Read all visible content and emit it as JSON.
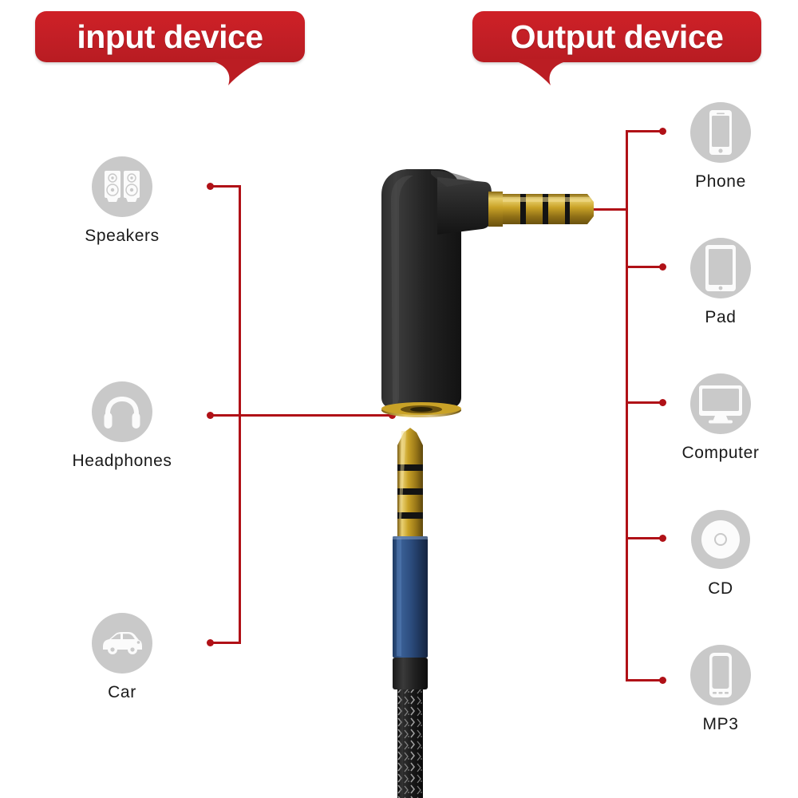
{
  "banners": {
    "input": {
      "label": "input device",
      "color": "#c41f26"
    },
    "output": {
      "label": "Output device",
      "color": "#c41f26"
    }
  },
  "input_devices": [
    {
      "label": "Speakers",
      "icon": "speakers-icon"
    },
    {
      "label": "Headphones",
      "icon": "headphones-icon"
    },
    {
      "label": "Car",
      "icon": "car-icon"
    }
  ],
  "output_devices": [
    {
      "label": "Phone",
      "icon": "smartphone-icon"
    },
    {
      "label": "Pad",
      "icon": "tablet-icon"
    },
    {
      "label": "Computer",
      "icon": "monitor-icon"
    },
    {
      "label": "CD",
      "icon": "compact-disc-icon"
    },
    {
      "label": "MP3",
      "icon": "mp3-player-icon"
    }
  ],
  "product": {
    "adapter_name": "right-angle-audio-adapter",
    "plug_name": "gold-trrs-plug",
    "cable_name": "braided-audio-cable",
    "colors": {
      "body_black": "#1d1d1d",
      "gold": "#c9a227",
      "barrel_blue": "#2a4a7a",
      "accent_red": "#b01117",
      "icon_gray": "#c9c9c9"
    }
  }
}
